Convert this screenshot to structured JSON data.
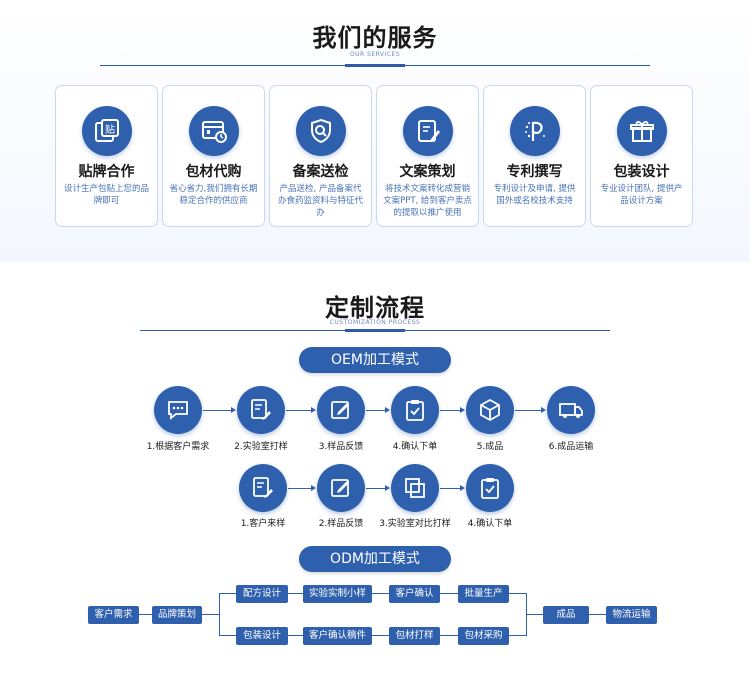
{
  "services": {
    "title": "我们的服务",
    "subtitle": "OUR SERVICES",
    "cards": [
      {
        "icon": "sticker-icon",
        "title": "贴牌合作",
        "desc": "设计生产包贴上您的品牌即可"
      },
      {
        "icon": "package-purchase-icon",
        "title": "包材代购",
        "desc": "省心省力,我们拥有长期稳定合作的供应商"
      },
      {
        "icon": "search-shield-icon",
        "title": "备案送检",
        "desc": "产品送检, 产品备案代办食药监资料与特征代办"
      },
      {
        "icon": "document-edit-icon",
        "title": "文案策划",
        "desc": "将技术文案转化成营销文案PPT, 给到客户卖点的提取以推广使用"
      },
      {
        "icon": "patent-icon",
        "title": "专利撰写",
        "desc": "专利设计及申请, 提供国外或名校技术支持"
      },
      {
        "icon": "gift-icon",
        "title": "包装设计",
        "desc": "专业设计团队, 提供产品设计方案"
      }
    ]
  },
  "process": {
    "title": "定制流程",
    "subtitle": "CUSTOMIZATION PROCESS",
    "oem": {
      "label": "OEM加工模式",
      "row1": [
        {
          "icon": "chat-bubble-icon",
          "label": "1.根据客户需求"
        },
        {
          "icon": "lab-sample-icon",
          "label": "2.实验室打样"
        },
        {
          "icon": "feedback-edit-icon",
          "label": "3.样品反馈"
        },
        {
          "icon": "clipboard-check-icon",
          "label": "4.确认下单"
        },
        {
          "icon": "box-icon",
          "label": "5.成品"
        },
        {
          "icon": "truck-icon",
          "label": "6.成品运输"
        }
      ],
      "row2": [
        {
          "icon": "lab-sample-icon",
          "label": "1.客户来样"
        },
        {
          "icon": "feedback-edit-icon",
          "label": "2.样品反馈"
        },
        {
          "icon": "compare-icon",
          "label": "3.实验室对比打样"
        },
        {
          "icon": "clipboard-check-icon",
          "label": "4.确认下单"
        }
      ]
    },
    "odm": {
      "label": "ODM加工模式",
      "start": [
        "客户需求",
        "品牌策划"
      ],
      "upper": [
        "配方设计",
        "实验实制小样",
        "客户确认",
        "批量生产"
      ],
      "lower": [
        "包装设计",
        "客户确认稿件",
        "包材打样",
        "包材采购"
      ],
      "end": [
        "成品",
        "物流运输"
      ]
    }
  }
}
